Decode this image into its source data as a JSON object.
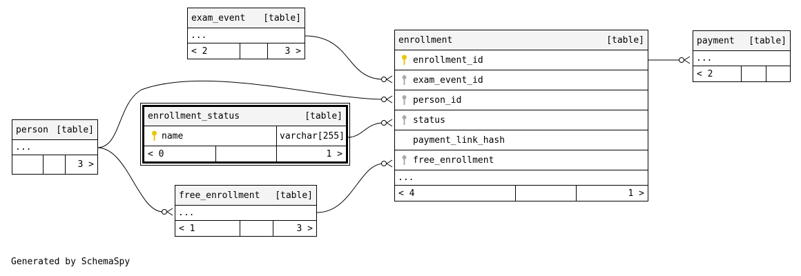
{
  "tables": {
    "exam_event": {
      "name": "exam_event",
      "tag": "[table]",
      "ellipsis": "...",
      "foot_left": "< 2",
      "foot_right": "3 >"
    },
    "enrollment": {
      "name": "enrollment",
      "tag": "[table]",
      "columns": [
        {
          "name": "enrollment_id",
          "key": "primary"
        },
        {
          "name": "exam_event_id",
          "key": "foreign"
        },
        {
          "name": "person_id",
          "key": "foreign"
        },
        {
          "name": "status",
          "key": "foreign"
        },
        {
          "name": "payment_link_hash",
          "key": "none"
        },
        {
          "name": "free_enrollment",
          "key": "foreign"
        }
      ],
      "ellipsis": "...",
      "foot_left": "< 4",
      "foot_right": "1 >"
    },
    "payment": {
      "name": "payment",
      "tag": "[table]",
      "ellipsis": "...",
      "foot_left": "< 2",
      "foot_right": ""
    },
    "enrollment_status": {
      "name": "enrollment_status",
      "tag": "[table]",
      "column": {
        "name": "name",
        "type": "varchar[255]",
        "key": "primary"
      },
      "foot_left": "< 0",
      "foot_right": "1 >"
    },
    "person": {
      "name": "person",
      "tag": "[table]",
      "ellipsis": "...",
      "foot_left": "",
      "foot_right": "3 >"
    },
    "free_enrollment": {
      "name": "free_enrollment",
      "tag": "[table]",
      "ellipsis": "...",
      "foot_left": "< 1",
      "foot_right": "3 >"
    }
  },
  "colors": {
    "primary_key": "#e8c800",
    "foreign_key": "#aaaaaa",
    "header_bg": "#f4f4f4",
    "line": "#000000"
  },
  "footer": "Generated by SchemaSpy"
}
